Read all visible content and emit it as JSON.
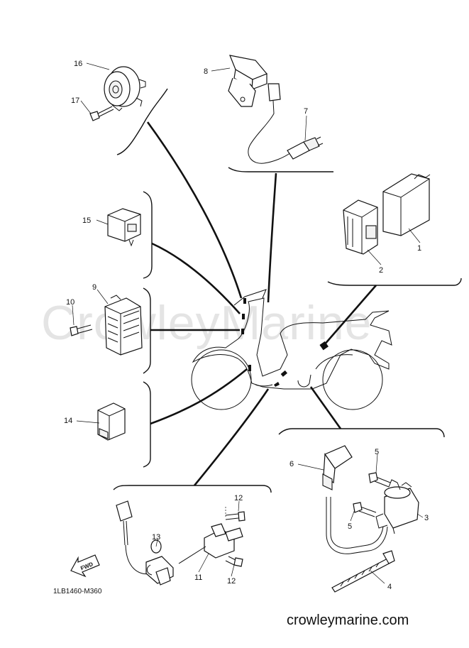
{
  "watermark": "CrowleyMarine",
  "footer": "crowleymarine.com",
  "part_code": "1LB1460-M360",
  "fwd_label": "FWD",
  "callouts": {
    "c1": "1",
    "c2": "2",
    "c3": "3",
    "c4": "4",
    "c5a": "5",
    "c5b": "5",
    "c6": "6",
    "c7": "7",
    "c8": "8",
    "c9": "9",
    "c10": "10",
    "c11": "11",
    "c12a": "12",
    "c12b": "12",
    "c13": "13",
    "c14": "14",
    "c15": "15",
    "c16": "16",
    "c17": "17"
  }
}
